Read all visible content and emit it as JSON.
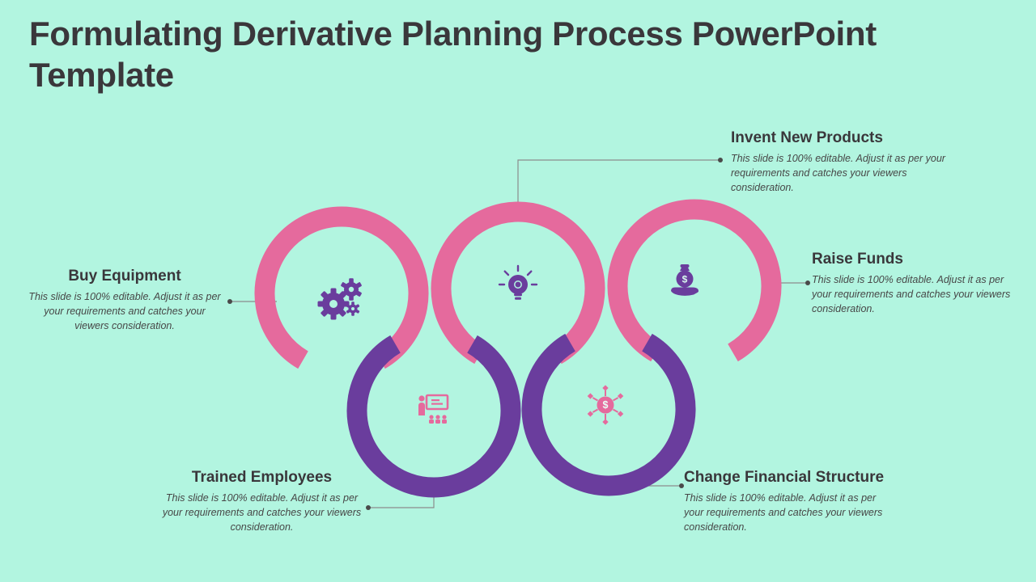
{
  "title": "Formulating Derivative Planning Process PowerPoint Template",
  "dollar_sign": "$",
  "colors": {
    "background": "#b2f5e0",
    "pink": "#e56a9d",
    "purple": "#6a3d9d",
    "heading": "#3a373b",
    "body_text": "#474747",
    "connector_line": "#8c8c8c"
  },
  "items": [
    {
      "label": "Buy Equipment",
      "description": "This slide is 100% editable. Adjust it as per your requirements and catches your viewers consideration.",
      "icon": "gears-icon",
      "ring_color": "pink"
    },
    {
      "label": "Invent New Products",
      "description": "This slide is 100% editable. Adjust it as per your requirements and catches your viewers consideration.",
      "icon": "lightbulb-icon",
      "ring_color": "pink"
    },
    {
      "label": "Raise Funds",
      "description": "This slide is 100% editable. Adjust it as per your requirements and catches your viewers consideration.",
      "icon": "money-bag-hand-icon",
      "ring_color": "pink"
    },
    {
      "label": "Trained Employees",
      "description": "This slide is 100% editable. Adjust it as per your requirements and catches your viewers consideration.",
      "icon": "training-presentation-icon",
      "ring_color": "purple"
    },
    {
      "label": "Change Financial Structure",
      "description": "This slide is 100% editable. Adjust it as per your requirements and catches your viewers consideration.",
      "icon": "dollar-network-icon",
      "ring_color": "purple"
    }
  ]
}
